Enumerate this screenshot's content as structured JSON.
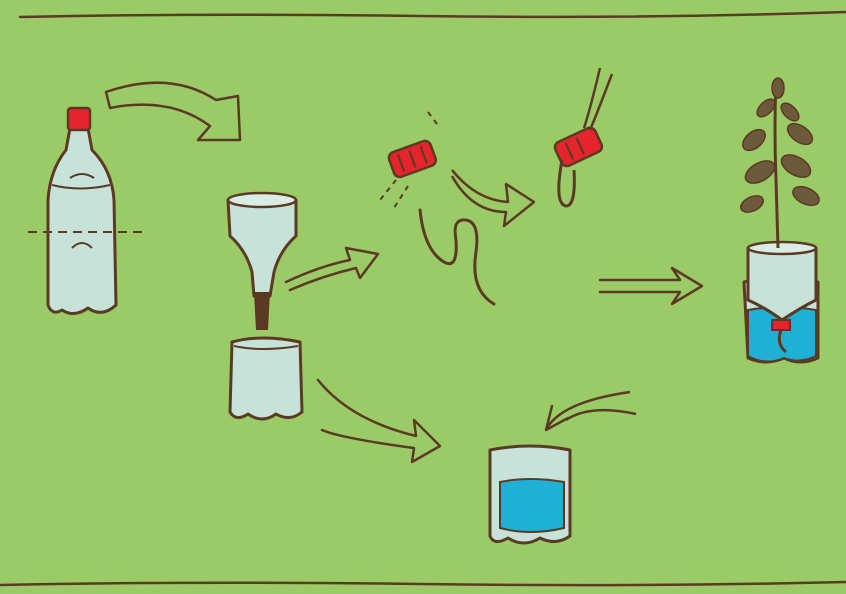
{
  "colors": {
    "background": "#9bcb66",
    "ink": "#5b3a24",
    "bottle_fill": "#c7e2d8",
    "water": "#1fb0d6",
    "cap_red": "#e4252c",
    "leaf": "#6d5a3c"
  },
  "steps": [
    {
      "name": "whole-bottle",
      "icon": "bottle-icon"
    },
    {
      "name": "cut-bottle",
      "icon": "cut-bottle-icon"
    },
    {
      "name": "cap-with-wick",
      "icon": "cap-wick-icon"
    },
    {
      "name": "water-container",
      "icon": "water-cup-icon"
    },
    {
      "name": "assembled-planter",
      "icon": "plant-planter-icon"
    }
  ]
}
